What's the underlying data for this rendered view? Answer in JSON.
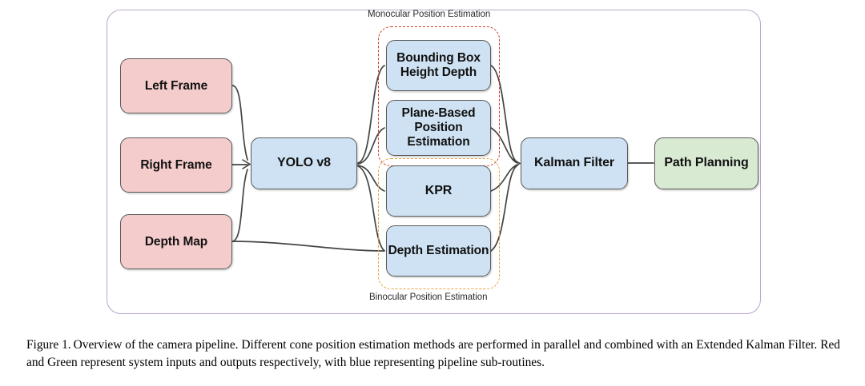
{
  "figure": {
    "caption_label": "Figure 1.",
    "caption_text": "Overview of the camera pipeline. Different cone position estimation methods are performed in parallel and combined with an Extended Kalman Filter. Red and Green represent system inputs and outputs respectively, with blue representing pipeline sub-routines."
  },
  "colors": {
    "input_fill": "#f5cccc",
    "process_fill": "#cfe2f3",
    "output_fill": "#d9ead3",
    "node_border": "#595959",
    "panel_border": "#b9a7cf",
    "monocular_dash": "#cc4125",
    "binocular_dash": "#e8a33d",
    "connector": "#444444"
  },
  "inputs": [
    {
      "id": "left-frame",
      "label": "Left Frame"
    },
    {
      "id": "right-frame",
      "label": "Right Frame"
    },
    {
      "id": "depth-map",
      "label": "Depth Map"
    }
  ],
  "detector": {
    "label": "YOLO v8"
  },
  "estimators": [
    {
      "id": "bbox-depth",
      "label": "Bounding Box Height Depth",
      "group": "monocular"
    },
    {
      "id": "plane-based",
      "label": "Plane-Based Position Estimation",
      "group": "monocular"
    },
    {
      "id": "kpr",
      "label": "KPR",
      "group": "binocular"
    },
    {
      "id": "depth-est",
      "label": "Depth Estimation",
      "group": "binocular"
    }
  ],
  "groups": {
    "monocular": {
      "label": "Monocular Position Estimation"
    },
    "binocular": {
      "label": "Binocular Position Estimation"
    }
  },
  "fusion": {
    "label": "Kalman Filter"
  },
  "output": {
    "label": "Path Planning"
  }
}
